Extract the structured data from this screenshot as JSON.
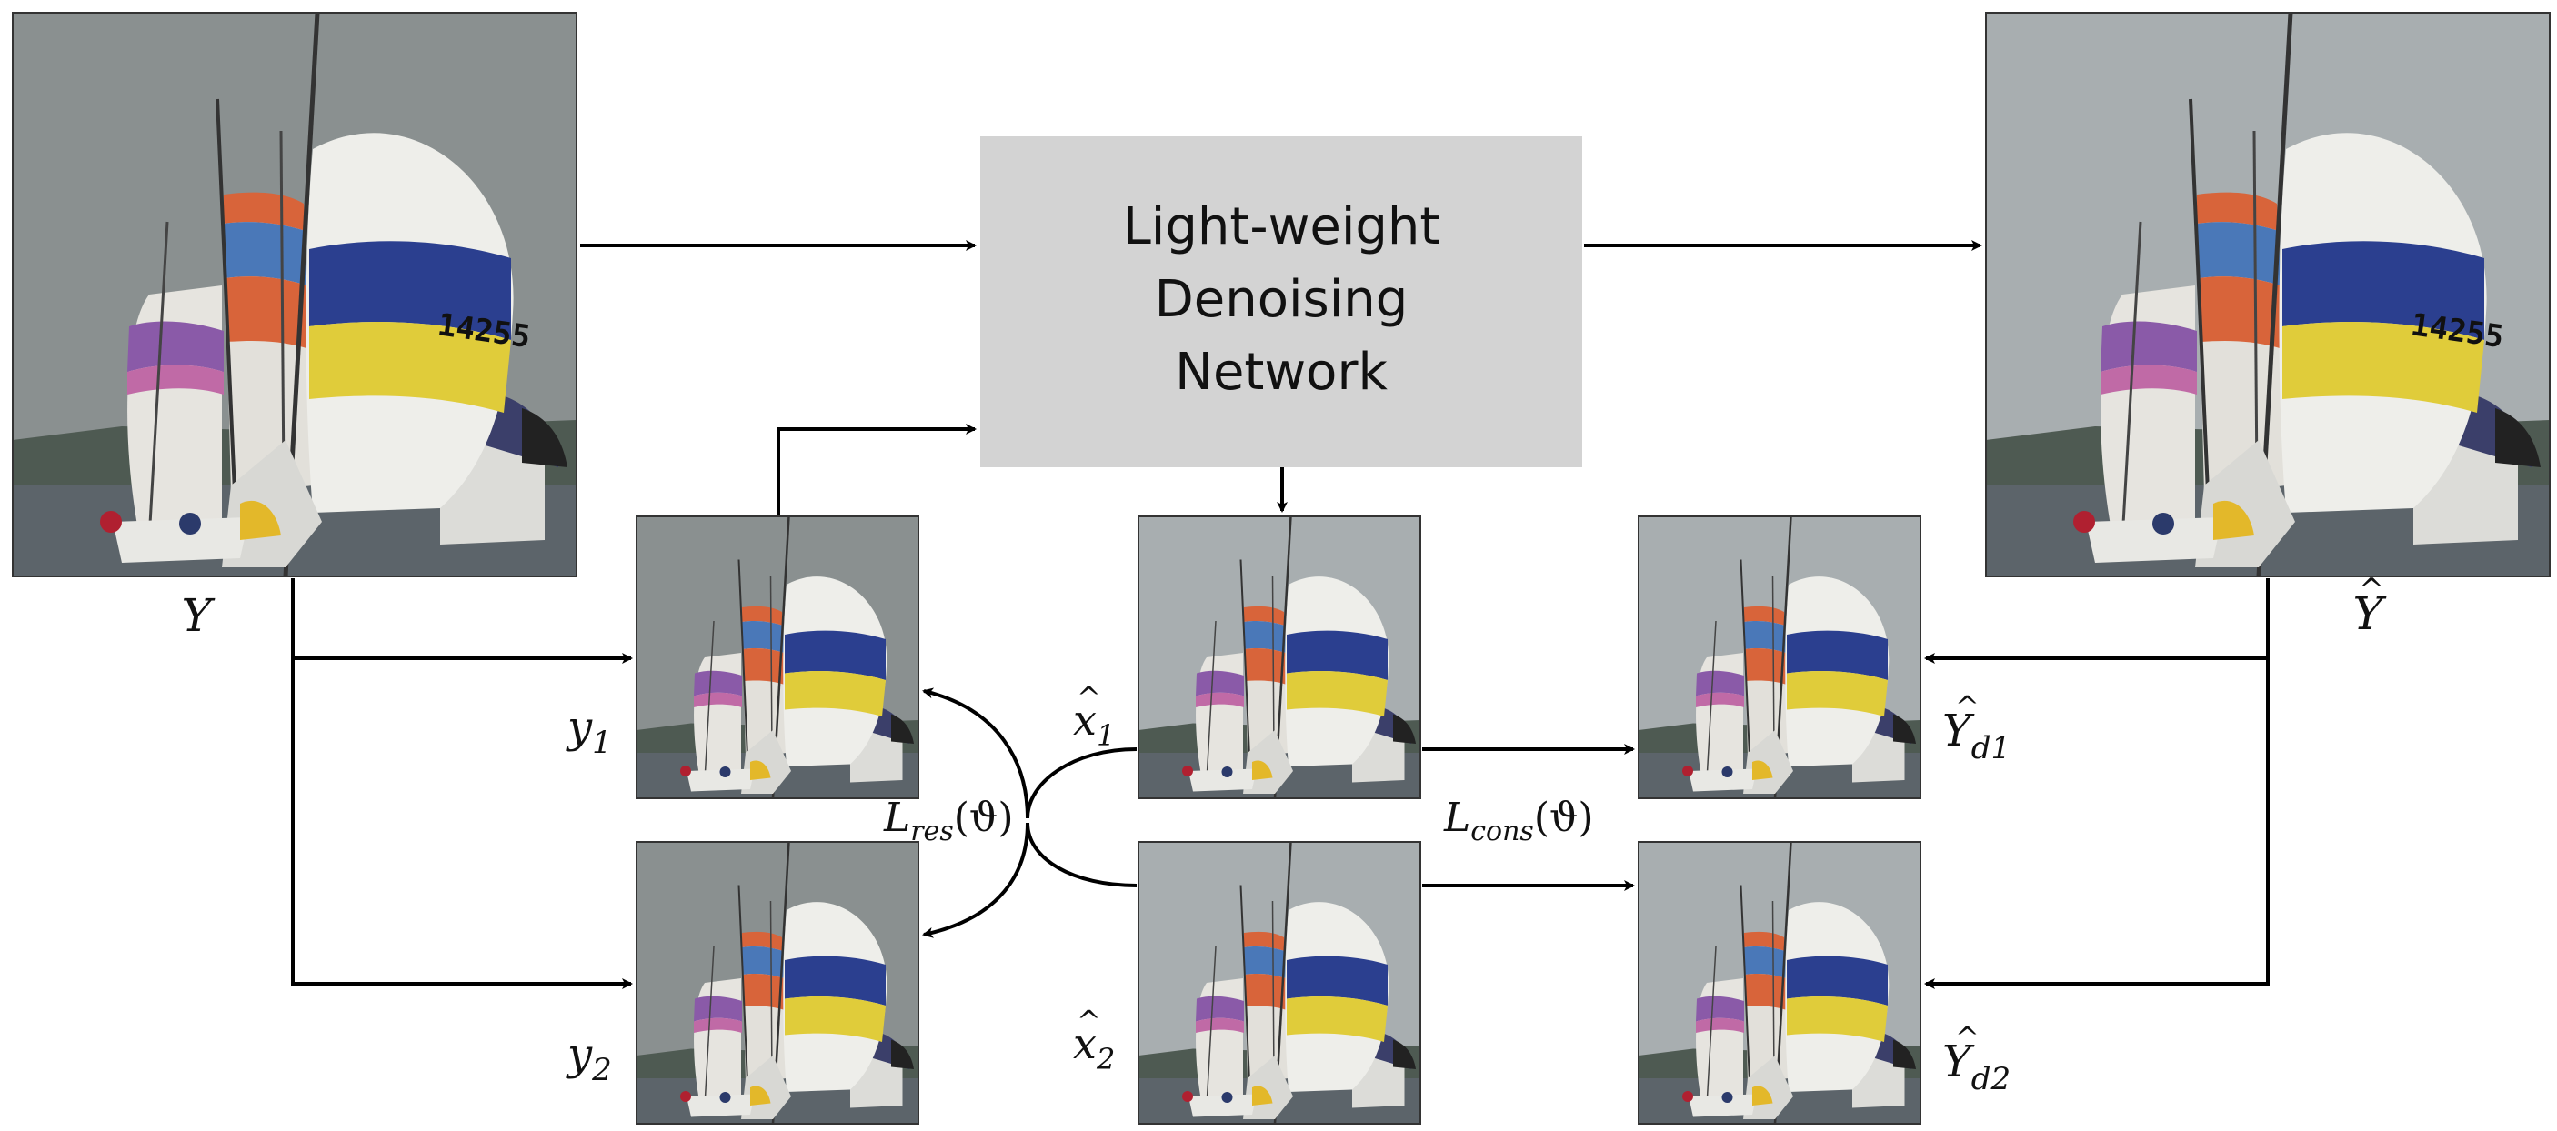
{
  "network": {
    "line1": "Light-weight",
    "line2": "Denoising",
    "line3": "Network"
  },
  "labels": {
    "Y": {
      "base": "Y",
      "hat": ""
    },
    "Yhat": {
      "base": "Y",
      "hat": "^"
    },
    "y1": {
      "base": "y",
      "sub": "1"
    },
    "y2": {
      "base": "y",
      "sub": "2"
    },
    "x1": {
      "base": "x",
      "hat": "^",
      "sub": "1"
    },
    "x2": {
      "base": "x",
      "hat": "^",
      "sub": "2"
    },
    "Yd1": {
      "base": "Y",
      "hat": "^",
      "sub": "d1"
    },
    "Yd2": {
      "base": "Y",
      "hat": "^",
      "sub": "d2"
    },
    "Lres": {
      "base": "L",
      "sub": "res",
      "arg": "(ϑ)"
    },
    "Lcons": {
      "base": "L",
      "sub": "cons",
      "arg": "(ϑ)"
    }
  },
  "colors": {
    "network_box": "#d3d3d3",
    "arrow": "#000000",
    "sky_noisy": "#8a9090",
    "sky_clean": "#a8aeb0",
    "water": "#5a6268",
    "sail_blue": "#2b3f8f",
    "sail_yellow": "#e0cc3a",
    "sail_orange": "#d8643a",
    "sail_pink": "#c06aa6"
  },
  "sail_number": "14255"
}
